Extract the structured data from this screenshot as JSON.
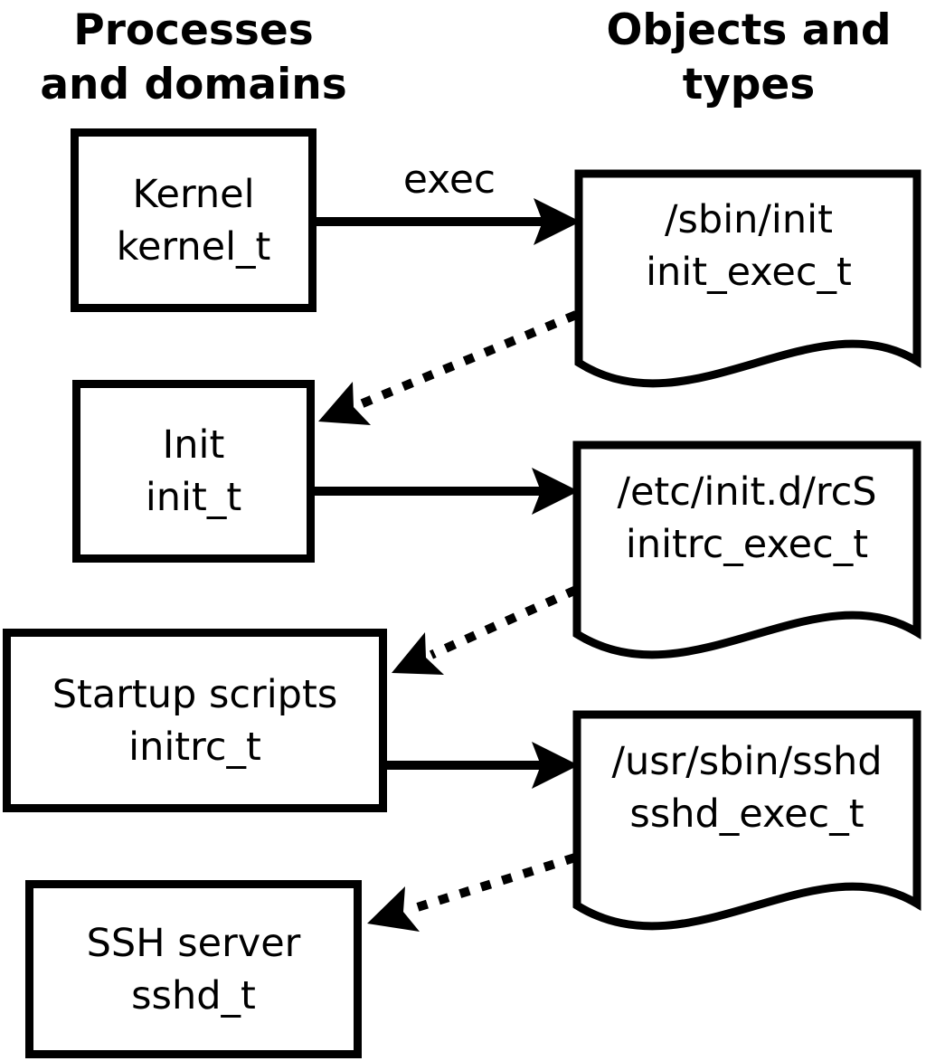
{
  "headers": {
    "left": {
      "line1": "Processes",
      "line2": "and domains"
    },
    "right": {
      "line1": "Objects and",
      "line2": "types"
    }
  },
  "process_boxes": [
    {
      "name": "Kernel",
      "type": "kernel_t"
    },
    {
      "name": "Init",
      "type": "init_t"
    },
    {
      "name": "Startup scripts",
      "type": "initrc_t"
    },
    {
      "name": "SSH server",
      "type": "sshd_t"
    }
  ],
  "object_docs": [
    {
      "path": "/sbin/init",
      "type": "init_exec_t"
    },
    {
      "path": "/etc/init.d/rcS",
      "type": "initrc_exec_t"
    },
    {
      "path": "/usr/sbin/sshd",
      "type": "sshd_exec_t"
    }
  ],
  "arrows": {
    "exec_label": "exec"
  },
  "colors": {
    "foreground": "#000000",
    "background": "#ffffff"
  }
}
